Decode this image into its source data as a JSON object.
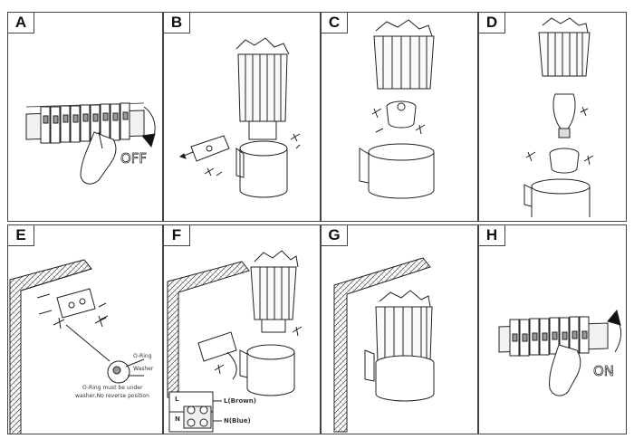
{
  "steps": {
    "a": {
      "label": "A",
      "switch_text": "OFF"
    },
    "b": {
      "label": "B"
    },
    "c": {
      "label": "C"
    },
    "d": {
      "label": "D"
    },
    "e": {
      "label": "E",
      "oring_label": "O-Ring",
      "washer_label": "Washer",
      "note_line1": "O-Ring must be under",
      "note_line2": "washer,No reverse position"
    },
    "f": {
      "label": "F",
      "wire_l": "L",
      "wire_n": "N",
      "wire_brown": "L(Brown)",
      "wire_blue": "N(Blue)"
    },
    "g": {
      "label": "G"
    },
    "h": {
      "label": "H",
      "switch_text": "ON"
    }
  }
}
